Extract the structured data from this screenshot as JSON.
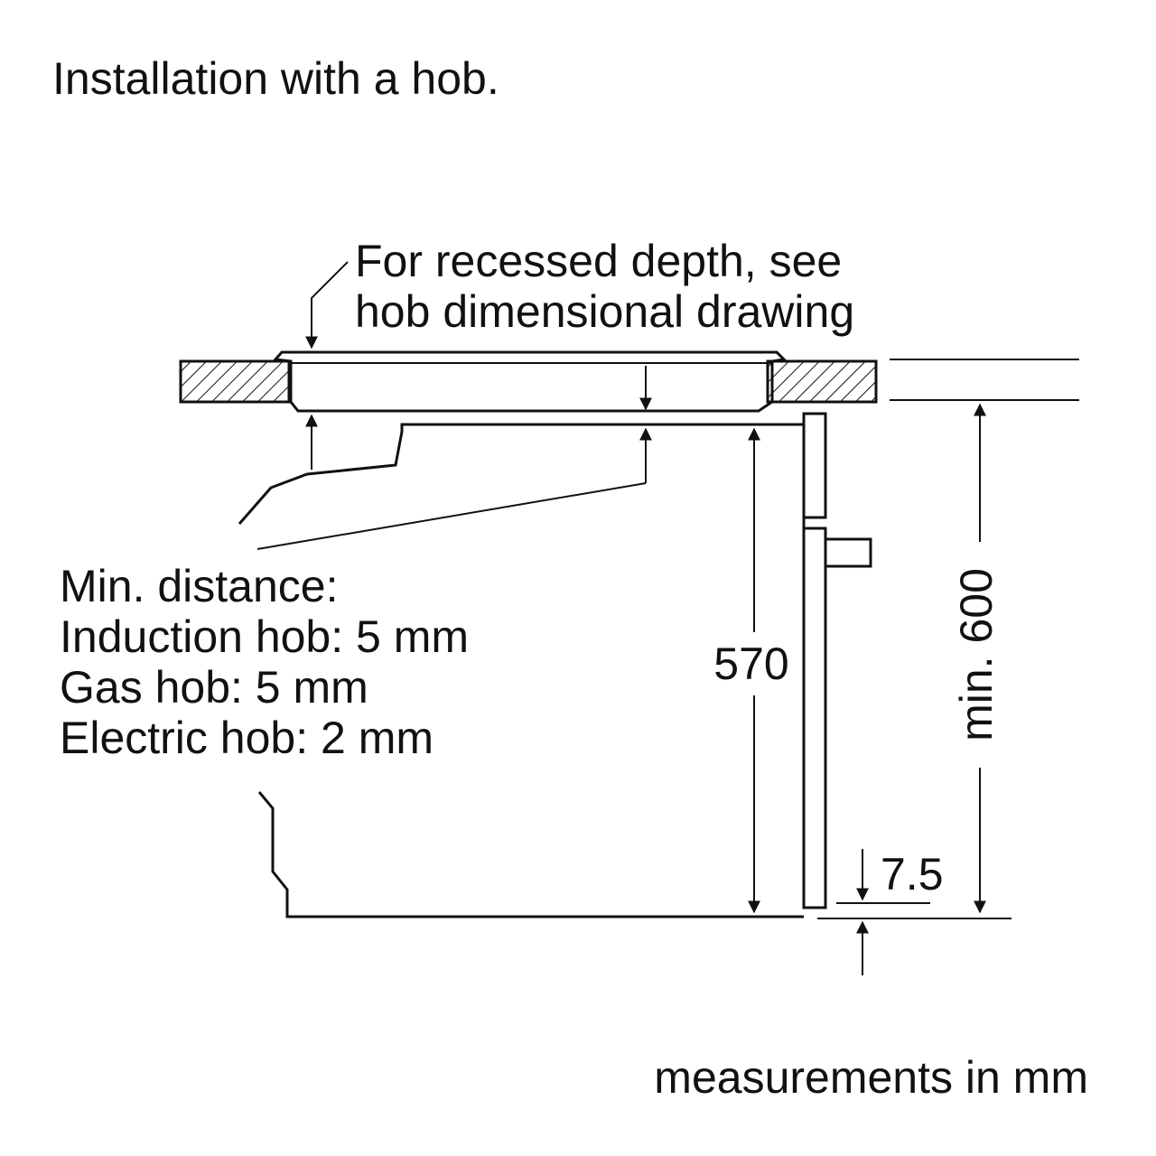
{
  "title": "Installation with a hob.",
  "callout_recessed": {
    "line1": "For recessed depth, see",
    "line2": "hob dimensional drawing"
  },
  "min_distance": {
    "heading": "Min. distance:",
    "induction": "Induction hob: 5 mm",
    "gas": "Gas hob: 5 mm",
    "electric": "Electric hob: 2 mm"
  },
  "dimensions": {
    "oven_height": "570",
    "niche_height": "min. 600",
    "offset": "7.5"
  },
  "footer": "measurements in mm",
  "colors": {
    "ink": "#111111",
    "background": "#ffffff"
  }
}
